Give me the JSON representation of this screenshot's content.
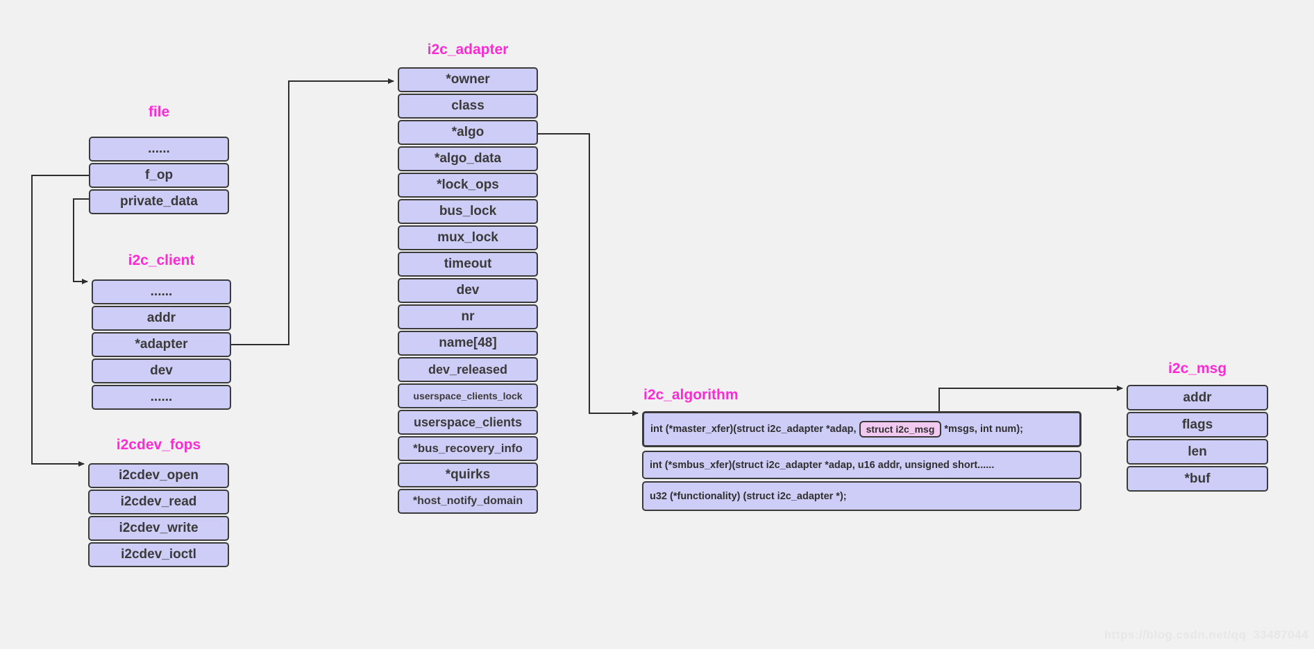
{
  "page": {
    "watermark": "https://blog.csdn.net/qq_33487044",
    "background_color": "#f1f1f1"
  },
  "colors": {
    "box_fill": "#cdcdf7",
    "box_border": "#3a3a3a",
    "title_text": "#ff2ad4",
    "field_text": "#3a3a3a",
    "highlight_fill": "#f2c9f0",
    "connector": "#2d2d2d"
  },
  "structs": {
    "file": {
      "title": "file",
      "rows": [
        "......",
        "f_op",
        "private_data"
      ]
    },
    "i2c_client": {
      "title": "i2c_client",
      "rows": [
        "......",
        "addr",
        "*adapter",
        "dev",
        "......"
      ]
    },
    "i2cdev_fops": {
      "title": "i2cdev_fops",
      "rows": [
        "i2cdev_open",
        "i2cdev_read",
        "i2cdev_write",
        "i2cdev_ioctl"
      ]
    },
    "i2c_adapter": {
      "title": "i2c_adapter",
      "rows": [
        "*owner",
        "class",
        "*algo",
        "*algo_data",
        "*lock_ops",
        "bus_lock",
        "mux_lock",
        "timeout",
        "dev",
        "nr",
        "name[48]",
        "dev_released",
        "userspace_clients_lock",
        "userspace_clients",
        "*bus_recovery_info",
        "*quirks",
        "*host_notify_domain"
      ]
    },
    "i2c_algorithm": {
      "title": "i2c_algorithm",
      "row1_before": "int (*master_xfer)(struct i2c_adapter *adap,",
      "row1_highlight": "struct i2c_msg",
      "row1_after": "*msgs, int num);",
      "row2": "int (*smbus_xfer)(struct i2c_adapter *adap, u16 addr, unsigned short......",
      "row3": "u32 (*functionality) (struct i2c_adapter *);"
    },
    "i2c_msg": {
      "title": "i2c_msg",
      "rows": [
        "addr",
        "flags",
        "len",
        "*buf"
      ]
    }
  }
}
